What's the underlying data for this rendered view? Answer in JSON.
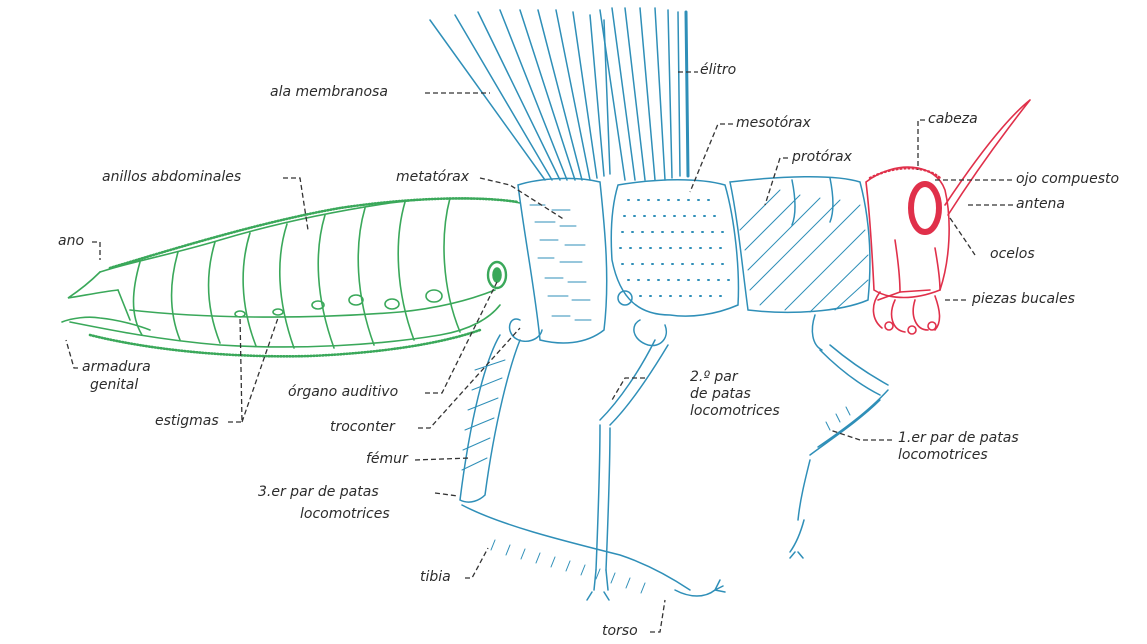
{
  "colors": {
    "abdomen": "#3aa85a",
    "thorax": "#2f8fb8",
    "head": "#e0304a",
    "leader": "#333333"
  },
  "labels": {
    "ala_membranosa": "ala membranosa",
    "elitro": "élitro",
    "mesotorax": "mesotórax",
    "cabeza": "cabeza",
    "protorax": "protórax",
    "ojo_compuesto": "ojo compuesto",
    "antena": "antena",
    "anillos_abdominales": "anillos abdominales",
    "metatorax": "metatórax",
    "ocelos": "ocelos",
    "piezas_bucales": "piezas bucales",
    "ano": "ano",
    "armadura_genital_1": "armadura",
    "armadura_genital_2": "genital",
    "organo_auditivo": "órgano auditivo",
    "segundo_par_1": "2.º par",
    "segundo_par_2": "de patas",
    "segundo_par_3": "locomotrices",
    "estigmas": "estigmas",
    "troconter": "troconter",
    "primer_par_1": "1.er par de patas",
    "primer_par_2": "locomotrices",
    "femur": "fémur",
    "tercer_par_1": "3.er par de patas",
    "tercer_par_2": "locomotrices",
    "tibia": "tibia",
    "torso": "torso"
  }
}
